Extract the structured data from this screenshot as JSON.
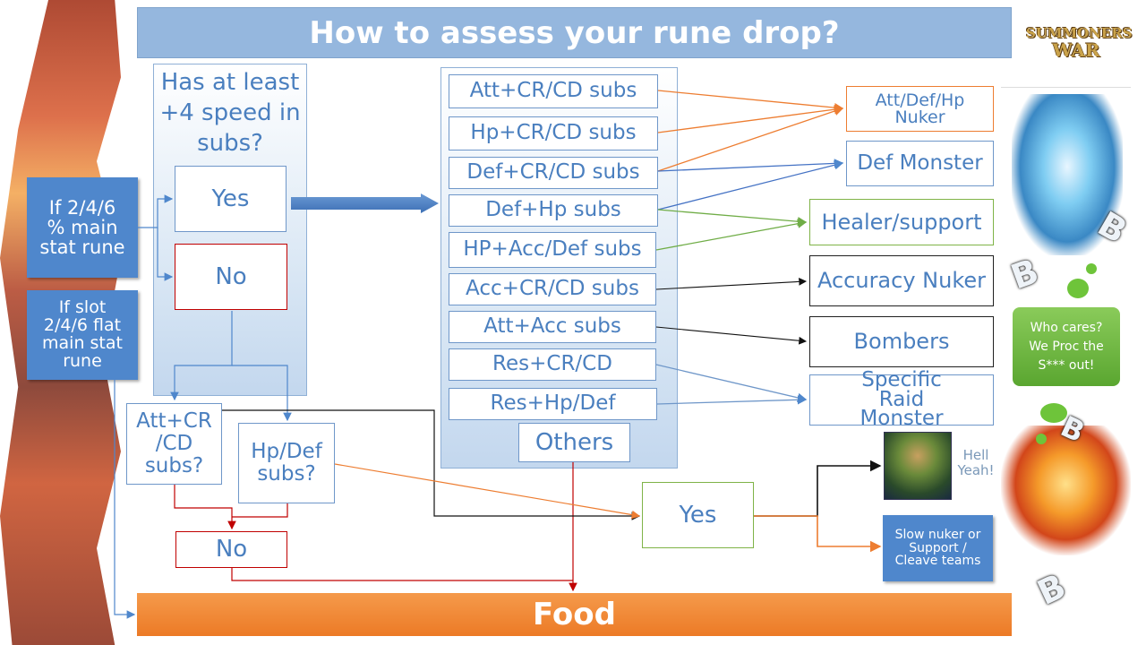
{
  "title": "How to assess your rune drop?",
  "logo_text": [
    "SUMMONERS",
    "WAR"
  ],
  "left_notes": {
    "percent": "If 2/4/6 % main stat rune",
    "flat": "If slot 2/4/6 flat main stat rune"
  },
  "speed_question": "Has at least +4 speed in subs?",
  "yes_label": "Yes",
  "no_label": "No",
  "att_cr_cd_question": "Att+CR /CD subs?",
  "hp_def_question": "Hp/Def subs?",
  "no_bottom": "No",
  "sub_combos": [
    "Att+CR/CD subs",
    "Hp+CR/CD subs",
    "Def+CR/CD subs",
    "Def+Hp subs",
    "HP+Acc/Def subs",
    "Acc+CR/CD subs",
    "Att+Acc subs",
    "Res+CR/CD",
    "Res+Hp/Def"
  ],
  "others_label": "Others",
  "outcomes": {
    "att_def_hp_nuker": "Att/Def/Hp Nuker",
    "def_monster": "Def Monster",
    "healer_support": "Healer/support",
    "accuracy_nuker": "Accuracy Nuker",
    "bombers": "Bombers",
    "specific_raid": "Specific Raid Monster"
  },
  "yes_center": "Yes",
  "hell_yeah": "Hell Yeah!",
  "slow_nuker": "Slow nuker or Support / Cleave teams",
  "who_cares": "Who cares? We Proc the S*** out!",
  "food_label": "Food",
  "colors": {
    "title_bar": "#95b7de",
    "box_text": "#4a7fbf",
    "food": "#ec7a26",
    "arrow_orange": "#ed7d31",
    "arrow_blue": "#4472c4",
    "arrow_green": "#70ad47",
    "arrow_red": "#c00000"
  }
}
